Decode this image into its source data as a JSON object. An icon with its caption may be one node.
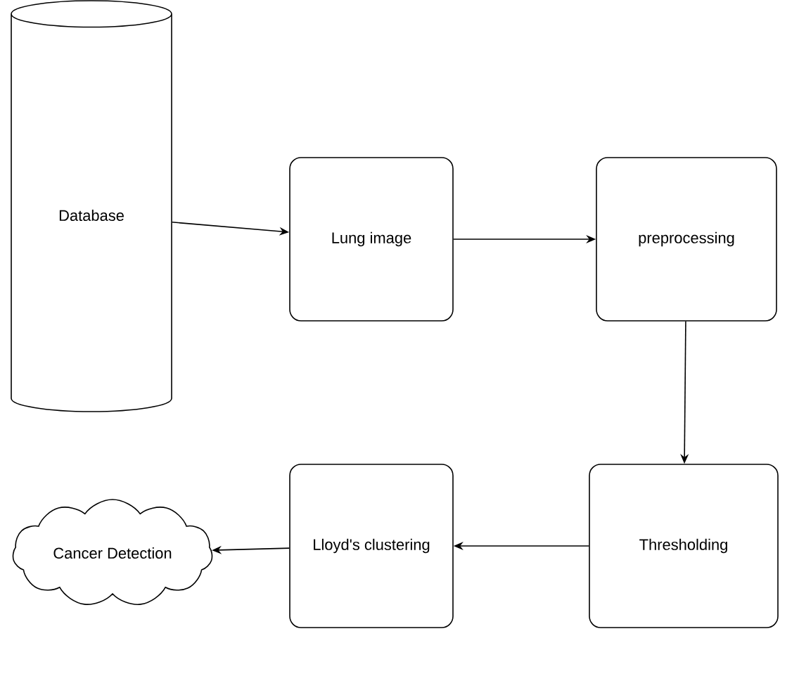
{
  "diagram": {
    "nodes": [
      {
        "text": [
          "Database"
        ]
      },
      {
        "text": [
          "Lung image"
        ]
      },
      {
        "text": [
          "preprocessing"
        ]
      },
      {
        "text": [
          "Thresholding"
        ]
      },
      {
        "text": [
          "Lloyd's clustering"
        ]
      },
      {
        "text": [
          "Cancer Detection"
        ]
      }
    ],
    "edges": [
      {
        "from": 0,
        "to": 1,
        "arrow": "to"
      },
      {
        "from": 1,
        "to": 2,
        "arrow": "to"
      },
      {
        "from": 2,
        "to": 3,
        "arrow": "to"
      },
      {
        "from": 3,
        "to": 4,
        "arrow": "to"
      },
      {
        "from": 4,
        "to": 5,
        "arrow": "to"
      }
    ]
  }
}
